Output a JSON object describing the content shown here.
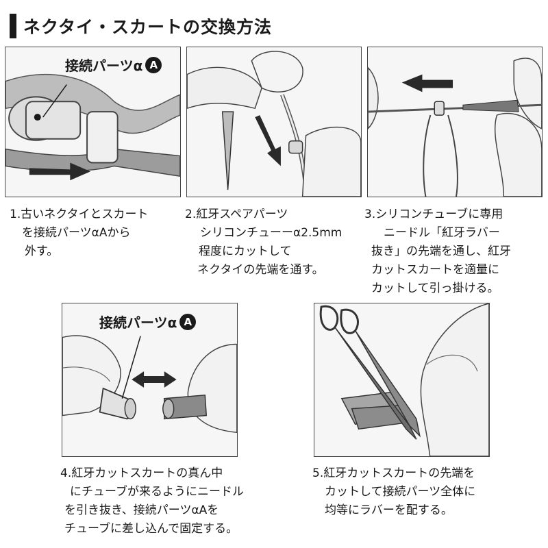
{
  "title": "ネクタイ・スカートの交換方法",
  "part_label": {
    "text": "接続パーツα",
    "badge": "A"
  },
  "steps": [
    {
      "lines": [
        "1.古いネクタイとスカート",
        "を接続パーツαAから",
        "外す。"
      ]
    },
    {
      "lines": [
        "2.紅牙スペアパーツ",
        "シリコンチューーα2.5mm",
        "程度にカットして",
        "ネクタイの先端を通す。"
      ]
    },
    {
      "lines": [
        "3.シリコンチューブに専用",
        "ニードル「紅牙ラバー",
        "抜き」の先端を通し、紅牙",
        "カットスカートを適量に",
        "カットして引っ掛ける。"
      ]
    },
    {
      "lines": [
        "4.紅牙カットスカートの真ん中",
        "にチューブが来るようにニードル",
        "を引き抜き、接続パーツαAを",
        "チューブに差し込んで固定する。"
      ]
    },
    {
      "lines": [
        "5.紅牙カットスカートの先端を",
        "カットして接続パーツ全体に",
        "均等にラバーを配する。"
      ]
    }
  ]
}
